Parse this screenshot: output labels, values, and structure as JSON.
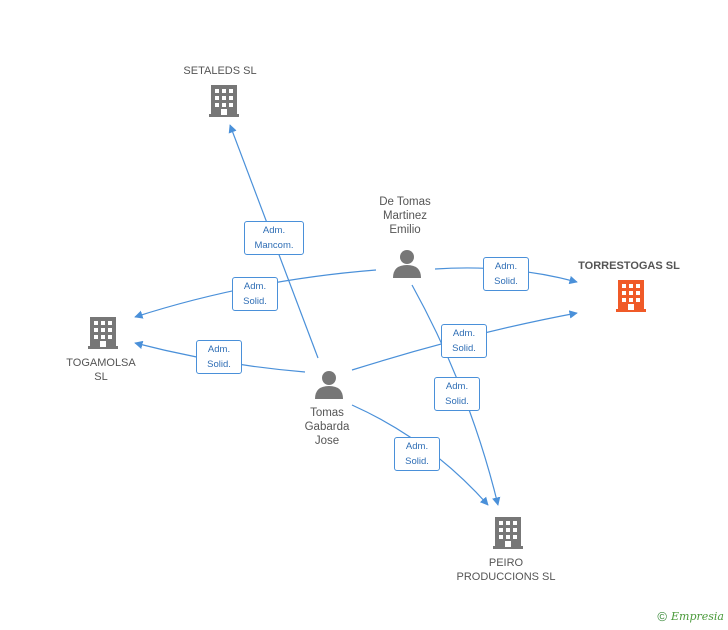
{
  "colors": {
    "edge": "#4a90d9",
    "company": "#777777",
    "focus_company": "#f05a28",
    "person": "#777777",
    "badge_text": "#2f6eb5"
  },
  "nodes": {
    "setaleds": {
      "label": "SETALEDS SL",
      "icon": "building-icon"
    },
    "torrestogas": {
      "label": "TORRESTOGAS SL",
      "icon": "building-icon"
    },
    "togamolsa": {
      "label_lines": [
        "TOGAMOLSA",
        "SL"
      ],
      "icon": "building-icon"
    },
    "peiro": {
      "label_lines": [
        "PEIRO",
        "PRODUCCIONS SL"
      ],
      "icon": "building-icon"
    },
    "de_tomas": {
      "label_lines": [
        "De Tomas",
        "Martinez",
        "Emilio"
      ],
      "icon": "person-icon"
    },
    "tomas_gabarda": {
      "label_lines": [
        "Tomas",
        "Gabarda",
        "Jose"
      ],
      "icon": "person-icon"
    }
  },
  "relations": [
    {
      "id": "r1",
      "lines": [
        "Adm.",
        "Mancom."
      ]
    },
    {
      "id": "r2",
      "lines": [
        "Adm.",
        "Solid."
      ]
    },
    {
      "id": "r3",
      "lines": [
        "Adm.",
        "Solid."
      ]
    },
    {
      "id": "r4",
      "lines": [
        "Adm.",
        "Solid."
      ]
    },
    {
      "id": "r5",
      "lines": [
        "Adm.",
        "Solid."
      ]
    },
    {
      "id": "r6",
      "lines": [
        "Adm.",
        "Solid."
      ]
    },
    {
      "id": "r7",
      "lines": [
        "Adm.",
        "Solid."
      ]
    }
  ],
  "credit": {
    "symbol": "©",
    "brand": "Empresia"
  }
}
